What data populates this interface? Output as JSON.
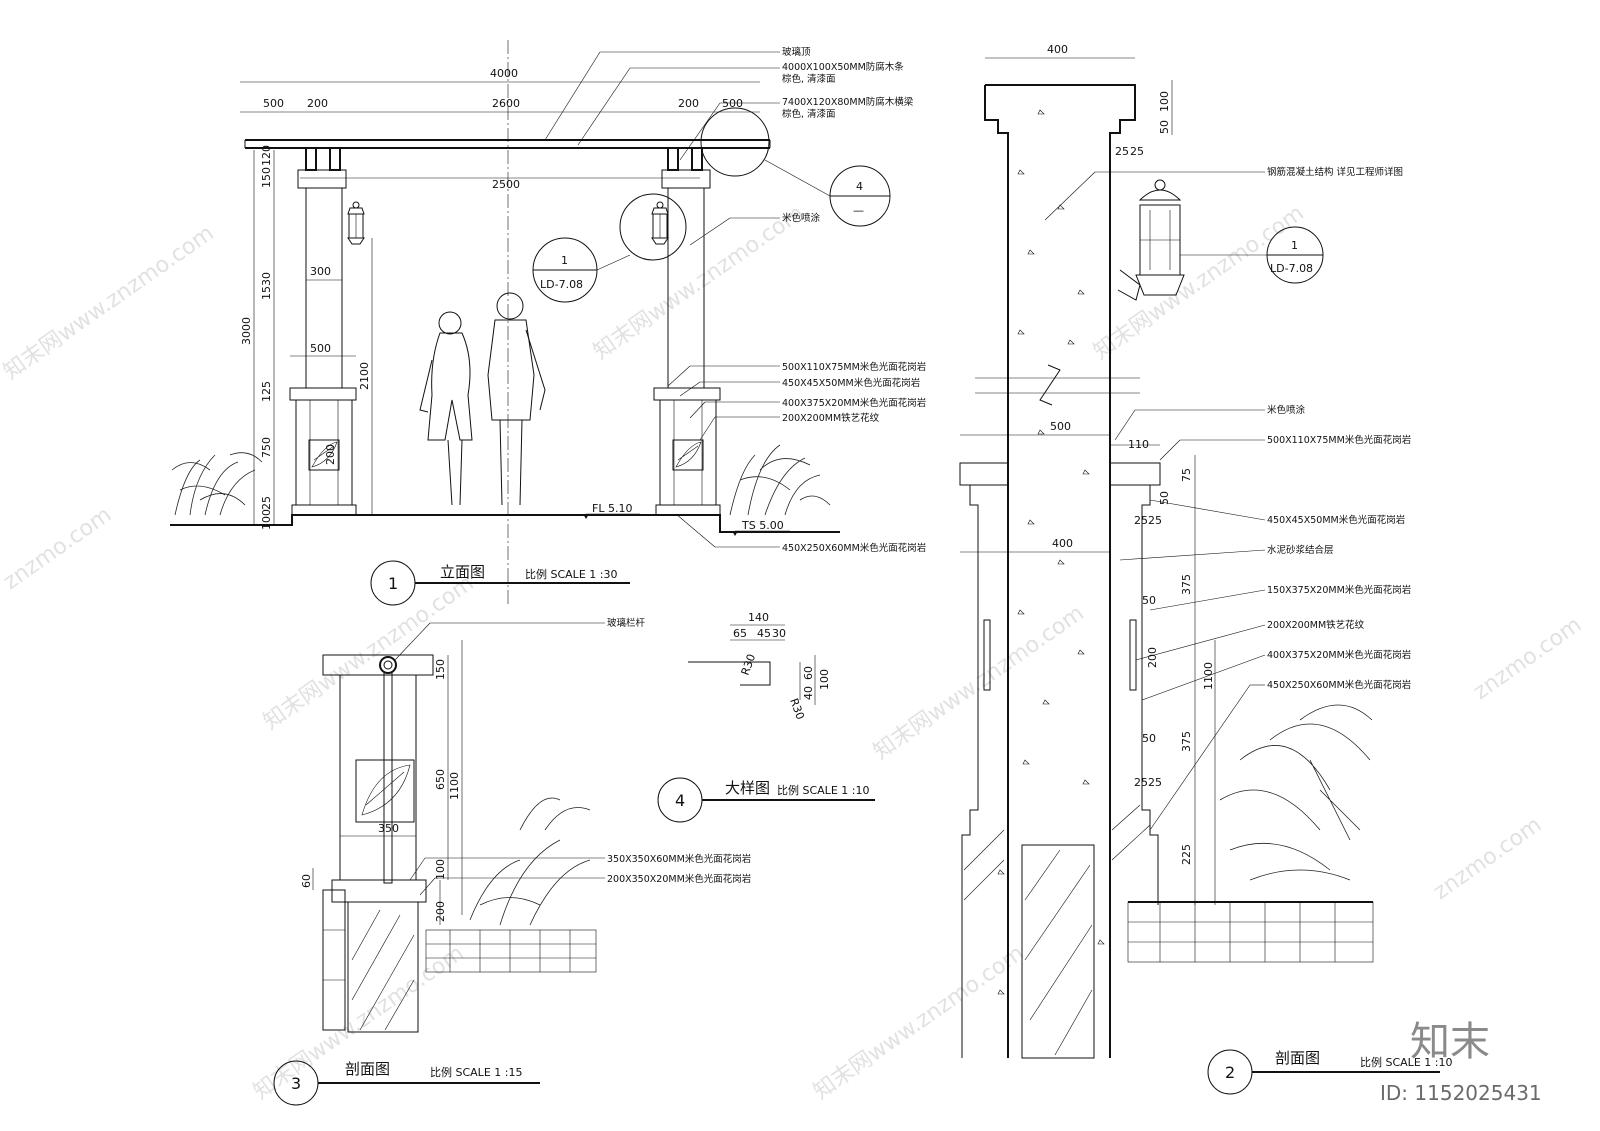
{
  "watermark": {
    "repeat_text": "知末网www.znzmo.com",
    "site": "znzmo.com",
    "brand": "知末",
    "id_label": "ID: 1152025431"
  },
  "view1": {
    "number": "1",
    "title": "立面图",
    "scale": "比例 SCALE 1 :30",
    "dims": {
      "total": "4000",
      "left_outer": "500",
      "left_inner": "200",
      "center": "2600",
      "right_inner": "200",
      "right_outer": "500",
      "span_between": "2500",
      "height_total": "3000",
      "h_120": "120",
      "h_150": "150",
      "h_1530": "1530",
      "h_125": "125",
      "h_750": "750",
      "h_25": "25",
      "h_100": "100",
      "col_width": "300",
      "base_width": "500",
      "lamp_height": "2100",
      "panel": "200"
    },
    "levels": {
      "fl": "FL 5.10",
      "ts": "TS 5.00"
    },
    "callout_1": {
      "num": "1",
      "ref": "LD-7.08"
    },
    "callout_4": {
      "num": "4",
      "ref": "—"
    },
    "notes": {
      "glass_roof": "玻璃顶",
      "wood_strip": "4000X100X50MM防腐木条",
      "wood_strip_finish": "棕色, 清漆面",
      "wood_beam": "7400X120X80MM防腐木横梁",
      "wood_beam_finish": "棕色, 清漆面",
      "paint": "米色喷涂",
      "granite_cap": "500X110X75MM米色光面花岗岩",
      "granite_ring": "450X45X50MM米色光面花岗岩",
      "granite_face": "400X375X20MM米色光面花岗岩",
      "iron_pattern": "200X200MM铁艺花纹",
      "granite_base": "450X250X60MM米色光面花岗岩"
    }
  },
  "view2": {
    "number": "2",
    "title": "剖面图",
    "scale": "比例 SCALE 1 :10",
    "dims": {
      "top_width": "400",
      "cap_100": "100",
      "cap_50": "50",
      "d_25a": "25",
      "d_25b": "25",
      "mid_width": "500",
      "d_110": "110",
      "d_75": "75",
      "d_50": "50",
      "d_25c": "25",
      "d_25d": "25",
      "base_width": "400",
      "d_375": "375",
      "d_50b": "50",
      "d_200": "200",
      "d_1100": "1100",
      "d_50c": "50",
      "d_375b": "375",
      "d_25e": "25",
      "d_25f": "25",
      "d_225": "225"
    },
    "callout": {
      "num": "1",
      "ref": "LD-7.08"
    },
    "notes": {
      "concrete": "钢筋混凝土结构 详见工程师详图",
      "paint": "米色喷涂",
      "granite_cap": "500X110X75MM米色光面花岗岩",
      "granite_ring": "450X45X50MM米色光面花岗岩",
      "mortar": "水泥砂浆结合层",
      "granite_side": "150X375X20MM米色光面花岗岩",
      "iron_pattern": "200X200MM铁艺花纹",
      "granite_face": "400X375X20MM米色光面花岗岩",
      "granite_base": "450X250X60MM米色光面花岗岩"
    }
  },
  "view3": {
    "number": "3",
    "title": "剖面图",
    "scale": "比例 SCALE 1 :15",
    "dims": {
      "d_150": "150",
      "d_650": "650",
      "d_1100": "1100",
      "d_350": "350",
      "d_100": "100",
      "d_60": "60",
      "d_200": "200"
    },
    "notes": {
      "glass_rail": "玻璃栏杆",
      "granite_cap": "350X350X60MM米色光面花岗岩",
      "granite_face": "200X350X20MM米色光面花岗岩"
    }
  },
  "view4": {
    "number": "4",
    "title": "大样图",
    "scale": "比例 SCALE 1 :10",
    "dims": {
      "w_140": "140",
      "w_65": "65",
      "w_45": "45",
      "w_30": "30",
      "r_1": "R30",
      "r_2": "R30",
      "h_40": "40",
      "h_60": "60",
      "h_100": "100"
    }
  }
}
